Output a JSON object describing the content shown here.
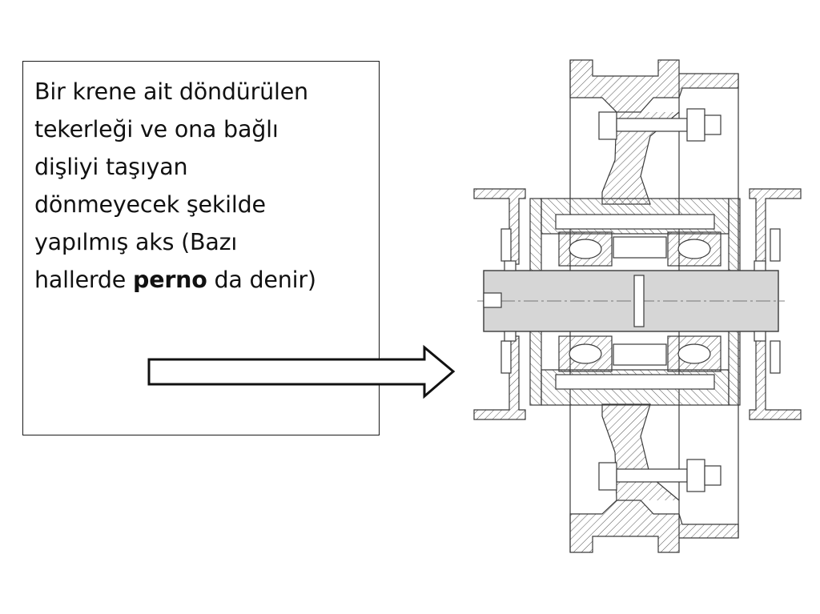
{
  "caption": {
    "line1": "Bir krene ait döndürülen",
    "line2": "tekerleği ve ona bağlı",
    "line3": "dişliyi taşıyan",
    "line4": "dönmeyecek şekilde",
    "line5": "yapılmış aks (Bazı",
    "line6_prefix": "hallerde ",
    "line6_bold": "perno",
    "line6_suffix": " da denir)"
  },
  "colors": {
    "background": "#ffffff",
    "border": "#1a1a1a",
    "text": "#111111",
    "axle_fill": "#d6d6d6",
    "drawing_line": "#3a3a3a"
  },
  "icons": [
    "right-arrow-icon"
  ]
}
